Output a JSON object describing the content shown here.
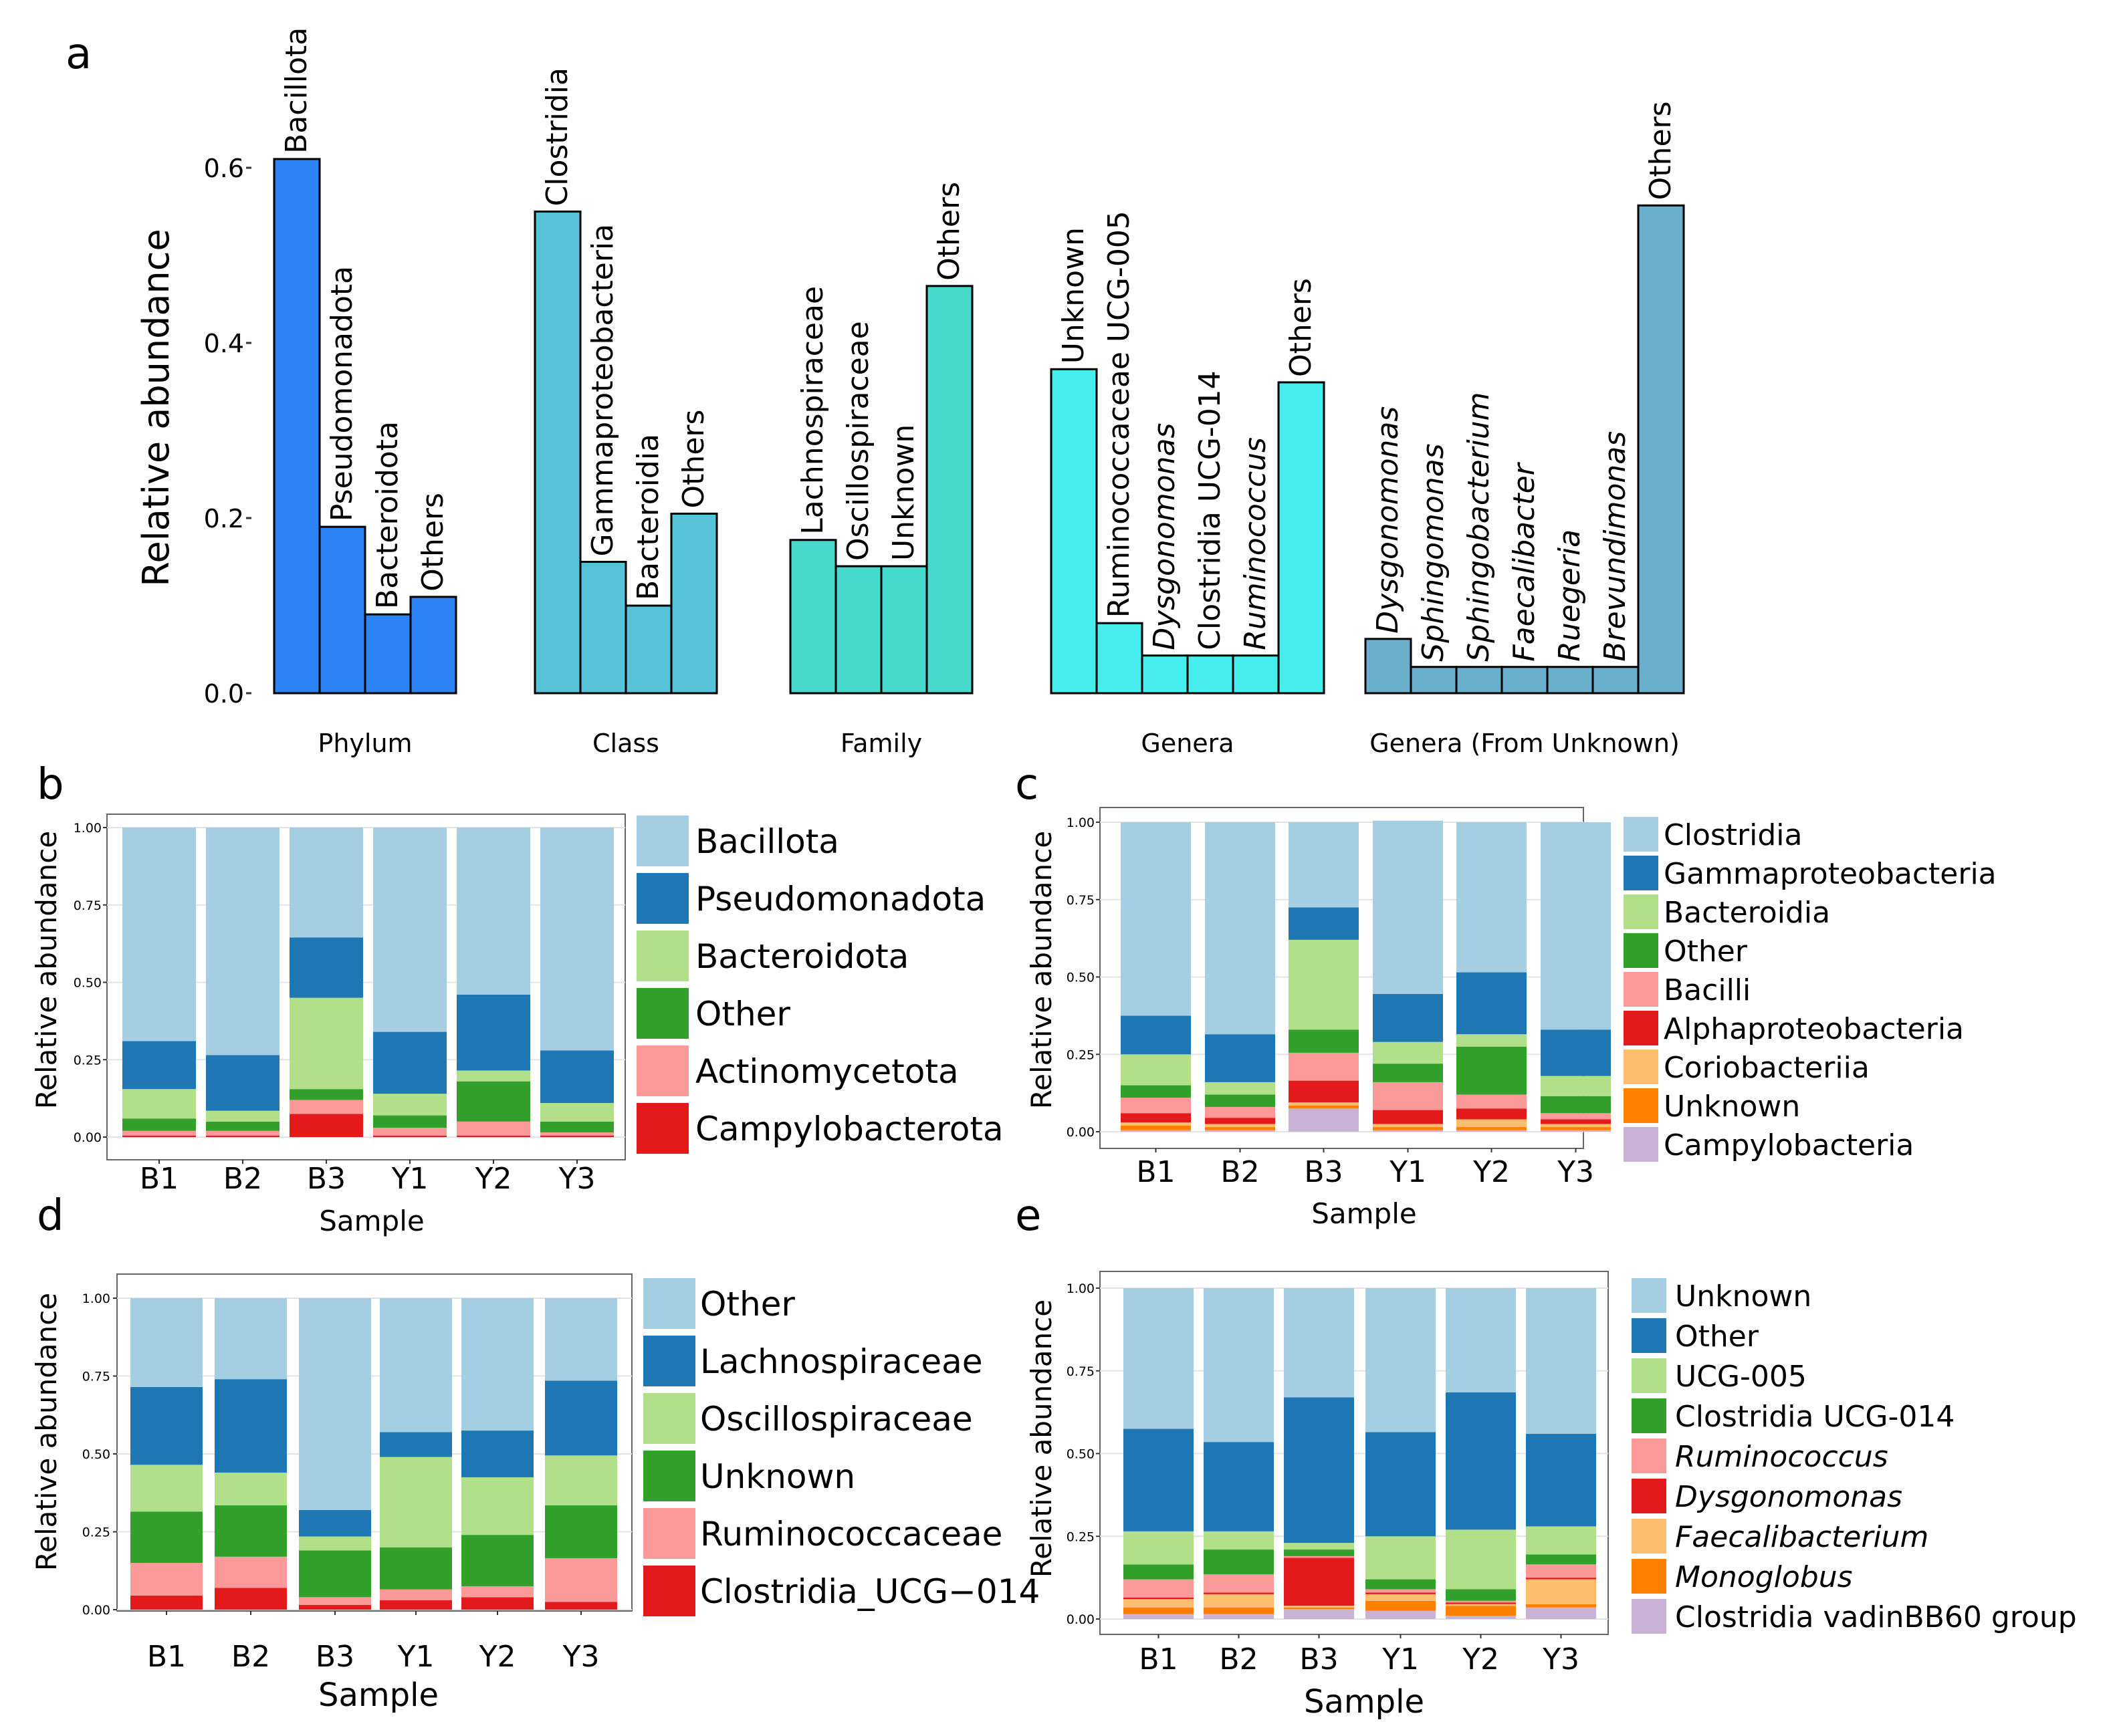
{
  "panel_labels": [
    "a",
    "b",
    "c",
    "d",
    "e"
  ],
  "chart_data": [
    {
      "panel": "a",
      "type": "bar",
      "ylabel": "Relative abundance",
      "xlabel": "",
      "ylim": [
        0,
        0.65
      ],
      "yticks": [
        "0.0",
        "0.2",
        "0.4",
        "0.6"
      ],
      "grid": false,
      "groups": [
        {
          "name": "Phylum",
          "color": "#2b83f6",
          "categories": [
            "Bacillota",
            "Pseudomonadota",
            "Bacteroidota",
            "Others"
          ],
          "italic": [
            false,
            false,
            false,
            false
          ],
          "values": [
            0.61,
            0.19,
            0.09,
            0.11
          ]
        },
        {
          "name": "Class",
          "color": "#56c3d9",
          "categories": [
            "Clostridia",
            "Gammaproteobacteria",
            "Bacteroidia",
            "Others"
          ],
          "italic": [
            false,
            false,
            false,
            false
          ],
          "values": [
            0.55,
            0.15,
            0.1,
            0.205
          ]
        },
        {
          "name": "Family",
          "color": "#48d9cd",
          "categories": [
            "Lachnospiraceae",
            "Oscillospiraceae",
            "Unknown",
            "Others"
          ],
          "italic": [
            false,
            false,
            false,
            false
          ],
          "values": [
            0.175,
            0.145,
            0.145,
            0.465
          ]
        },
        {
          "name": "Genera",
          "color": "#48edee",
          "categories": [
            "Unknown",
            "Ruminococcaceae UCG-005",
            "Dysgonomonas",
            "Clostridia UCG-014",
            "Ruminococcus",
            "Others"
          ],
          "italic": [
            false,
            false,
            true,
            false,
            true,
            false
          ],
          "values": [
            0.37,
            0.08,
            0.043,
            0.043,
            0.043,
            0.355
          ]
        },
        {
          "name": "Genera (From Unknown)",
          "color": "#6ab0cc",
          "categories": [
            "Dysgonomonas",
            "Sphingomonas",
            "Sphingobacterium",
            "Faecalibacter",
            "Ruegeria",
            "Brevundimonas",
            "Others"
          ],
          "italic": [
            true,
            true,
            true,
            true,
            true,
            true,
            false
          ],
          "values": [
            0.062,
            0.03,
            0.03,
            0.03,
            0.03,
            0.03,
            0.557
          ]
        }
      ]
    },
    {
      "panel": "b",
      "type": "bar",
      "stacked": true,
      "xlabel": "Sample",
      "ylabel": "Relative abundance",
      "ylim": [
        0,
        1.0
      ],
      "yticks": [
        "0.00",
        "0.25",
        "0.50",
        "0.75",
        "1.00"
      ],
      "grid": true,
      "legend_position": "right",
      "categories": [
        "B1",
        "B2",
        "B3",
        "Y1",
        "Y2",
        "Y3"
      ],
      "series": [
        {
          "name": "Campylobacterota",
          "color": "#e31a1c",
          "values": [
            0.005,
            0.005,
            0.075,
            0.005,
            0.005,
            0.005
          ]
        },
        {
          "name": "Actinomycetota",
          "color": "#fb9a99",
          "values": [
            0.015,
            0.015,
            0.045,
            0.025,
            0.045,
            0.01
          ]
        },
        {
          "name": "Other",
          "color": "#33a02c",
          "values": [
            0.04,
            0.03,
            0.035,
            0.04,
            0.13,
            0.035
          ]
        },
        {
          "name": "Bacteroidota",
          "color": "#b2df8a",
          "values": [
            0.095,
            0.035,
            0.295,
            0.07,
            0.035,
            0.06
          ]
        },
        {
          "name": "Pseudomonadota",
          "color": "#1f78b4",
          "values": [
            0.155,
            0.18,
            0.195,
            0.2,
            0.245,
            0.17
          ]
        },
        {
          "name": "Bacillota",
          "color": "#a6cee3",
          "values": [
            0.69,
            0.735,
            0.355,
            0.66,
            0.54,
            0.72
          ]
        }
      ],
      "legend_order": [
        "Bacillota",
        "Pseudomonadota",
        "Bacteroidota",
        "Other",
        "Actinomycetota",
        "Campylobacterota"
      ]
    },
    {
      "panel": "c",
      "type": "bar",
      "stacked": true,
      "xlabel": "Sample",
      "ylabel": "Relative abundance",
      "ylim": [
        0,
        1.0
      ],
      "yticks": [
        "0.00",
        "0.25",
        "0.50",
        "0.75",
        "1.00"
      ],
      "grid": true,
      "legend_position": "right",
      "categories": [
        "B1",
        "B2",
        "B3",
        "Y1",
        "Y2",
        "Y3"
      ],
      "series": [
        {
          "name": "Campylobacteria",
          "color": "#cab2d6",
          "values": [
            0.005,
            0.005,
            0.075,
            0.005,
            0.005,
            0.005
          ]
        },
        {
          "name": "Unknown",
          "color": "#ff7f00",
          "values": [
            0.015,
            0.01,
            0.01,
            0.01,
            0.01,
            0.01
          ]
        },
        {
          "name": "Coriobacteriia",
          "color": "#fdbf6f",
          "values": [
            0.01,
            0.01,
            0.01,
            0.01,
            0.025,
            0.01
          ]
        },
        {
          "name": "Alphaproteobacteria",
          "color": "#e31a1c",
          "values": [
            0.03,
            0.02,
            0.07,
            0.045,
            0.035,
            0.015
          ]
        },
        {
          "name": "Bacilli",
          "color": "#fb9a99",
          "values": [
            0.05,
            0.035,
            0.09,
            0.09,
            0.045,
            0.02
          ]
        },
        {
          "name": "Other",
          "color": "#33a02c",
          "values": [
            0.04,
            0.04,
            0.075,
            0.06,
            0.155,
            0.055
          ]
        },
        {
          "name": "Bacteroidia",
          "color": "#b2df8a",
          "values": [
            0.1,
            0.04,
            0.29,
            0.07,
            0.04,
            0.065
          ]
        },
        {
          "name": "Gammaproteobacteria",
          "color": "#1f78b4",
          "values": [
            0.125,
            0.155,
            0.105,
            0.155,
            0.2,
            0.15
          ]
        },
        {
          "name": "Clostridia",
          "color": "#a6cee3",
          "values": [
            0.625,
            0.685,
            0.275,
            0.56,
            0.485,
            0.67
          ]
        }
      ],
      "legend_order": [
        "Clostridia",
        "Gammaproteobacteria",
        "Bacteroidia",
        "Other",
        "Bacilli",
        "Alphaproteobacteria",
        "Coriobacteriia",
        "Unknown",
        "Campylobacteria"
      ]
    },
    {
      "panel": "d",
      "type": "bar",
      "stacked": true,
      "xlabel": "Sample",
      "ylabel": "Relative abundance",
      "ylim": [
        0,
        1.0
      ],
      "yticks": [
        "0.00",
        "0.25",
        "0.50",
        "0.75",
        "1.00"
      ],
      "grid": true,
      "legend_position": "right",
      "categories": [
        "B1",
        "B2",
        "B3",
        "Y1",
        "Y2",
        "Y3"
      ],
      "series": [
        {
          "name": "Clostridia_UCG−014",
          "color": "#e31a1c",
          "values": [
            0.045,
            0.07,
            0.015,
            0.03,
            0.04,
            0.025
          ]
        },
        {
          "name": "Ruminococcaceae",
          "color": "#fb9a99",
          "values": [
            0.105,
            0.1,
            0.025,
            0.035,
            0.035,
            0.14
          ]
        },
        {
          "name": "Unknown",
          "color": "#33a02c",
          "values": [
            0.165,
            0.165,
            0.15,
            0.135,
            0.165,
            0.17
          ]
        },
        {
          "name": "Oscillospiraceae",
          "color": "#b2df8a",
          "values": [
            0.15,
            0.105,
            0.045,
            0.29,
            0.185,
            0.16
          ]
        },
        {
          "name": "Lachnospiraceae",
          "color": "#1f78b4",
          "values": [
            0.25,
            0.3,
            0.085,
            0.08,
            0.15,
            0.24
          ]
        },
        {
          "name": "Other",
          "color": "#a6cee3",
          "values": [
            0.285,
            0.26,
            0.68,
            0.43,
            0.425,
            0.265
          ]
        }
      ],
      "legend_order": [
        "Other",
        "Lachnospiraceae",
        "Oscillospiraceae",
        "Unknown",
        "Ruminococcaceae",
        "Clostridia_UCG−014"
      ]
    },
    {
      "panel": "e",
      "type": "bar",
      "stacked": true,
      "xlabel": "Sample",
      "ylabel": "Relative abundance",
      "ylim": [
        0,
        1.0
      ],
      "yticks": [
        "0.00",
        "0.25",
        "0.50",
        "0.75",
        "1.00"
      ],
      "grid": true,
      "legend_position": "right",
      "categories": [
        "B1",
        "B2",
        "B3",
        "Y1",
        "Y2",
        "Y3"
      ],
      "series": [
        {
          "name": "Clostridia vadinBB60 group",
          "color": "#cab2d6",
          "values": [
            0.015,
            0.015,
            0.03,
            0.025,
            0.01,
            0.035
          ]
        },
        {
          "name": "Monoglobus",
          "color": "#ff7f00",
          "values": [
            0.02,
            0.02,
            0.005,
            0.03,
            0.03,
            0.01
          ]
        },
        {
          "name": "Faecalibacterium",
          "color": "#fdbf6f",
          "values": [
            0.025,
            0.04,
            0.005,
            0.02,
            0.005,
            0.075
          ]
        },
        {
          "name": "Dysgonomonas",
          "color": "#e31a1c",
          "values": [
            0.005,
            0.005,
            0.145,
            0.005,
            0.005,
            0.005
          ]
        },
        {
          "name": "Ruminococcus",
          "color": "#fb9a99",
          "values": [
            0.055,
            0.055,
            0.005,
            0.01,
            0.005,
            0.04
          ]
        },
        {
          "name": "Clostridia UCG-014",
          "color": "#33a02c",
          "values": [
            0.045,
            0.075,
            0.02,
            0.03,
            0.035,
            0.03
          ]
        },
        {
          "name": "UCG-005",
          "color": "#b2df8a",
          "values": [
            0.1,
            0.055,
            0.02,
            0.13,
            0.18,
            0.085
          ]
        },
        {
          "name": "Other",
          "color": "#1f78b4",
          "values": [
            0.31,
            0.27,
            0.44,
            0.315,
            0.415,
            0.28
          ]
        },
        {
          "name": "Unknown",
          "color": "#a6cee3",
          "values": [
            0.425,
            0.465,
            0.33,
            0.435,
            0.315,
            0.44
          ]
        }
      ],
      "legend_order": [
        "Unknown",
        "Other",
        "UCG-005",
        "Clostridia UCG-014",
        "Ruminococcus",
        "Dysgonomonas",
        "Faecalibacterium",
        "Monoglobus",
        "Clostridia vadinBB60 group"
      ],
      "legend_italic": [
        "Ruminococcus",
        "Dysgonomonas",
        "Faecalibacterium",
        "Monoglobus"
      ]
    }
  ]
}
